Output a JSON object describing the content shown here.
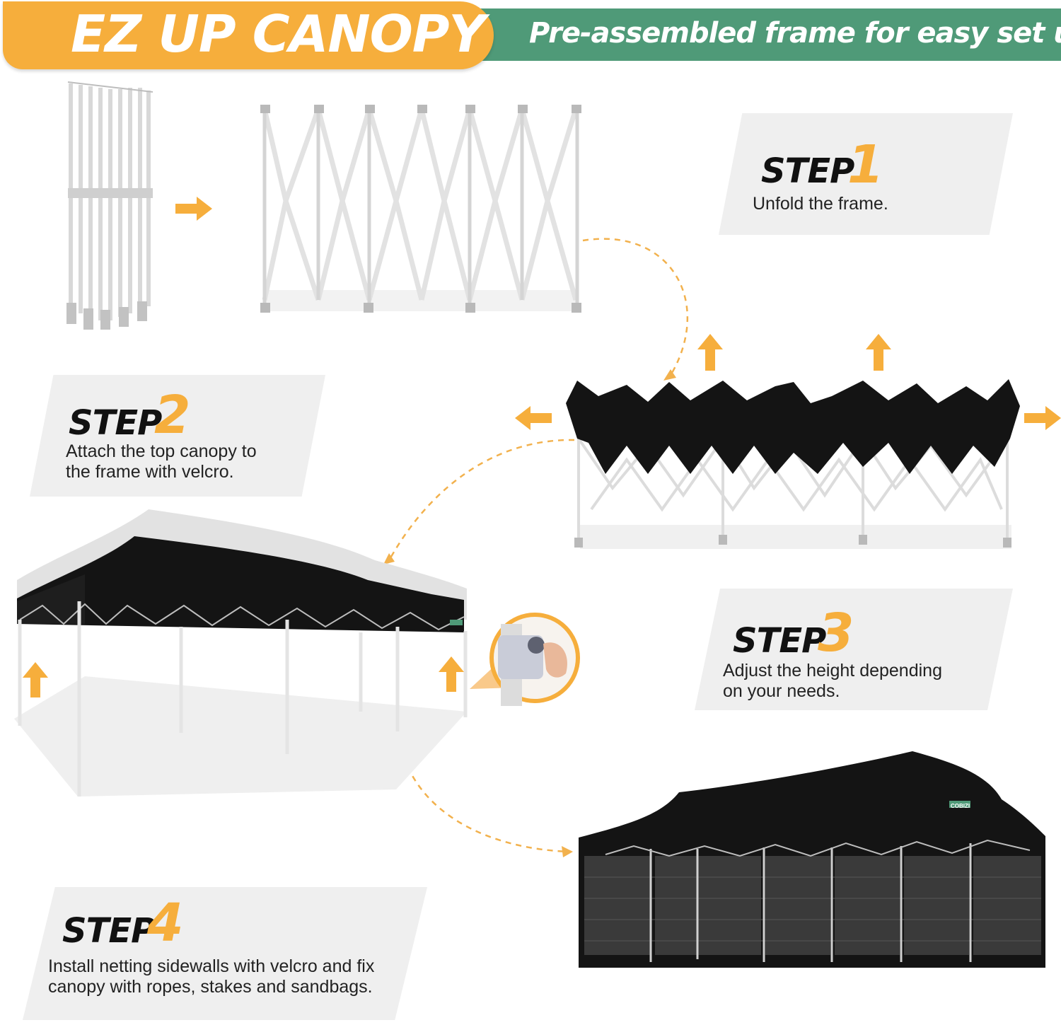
{
  "header": {
    "title": "EZ UP CANOPY",
    "subtitle": "Pre-assembled frame for easy set up"
  },
  "steps": [
    {
      "label": "STEP",
      "number": "1",
      "description_lines": [
        "Unfold the frame."
      ]
    },
    {
      "label": "STEP",
      "number": "2",
      "description_lines": [
        "Attach the top canopy to",
        "the frame with velcro."
      ]
    },
    {
      "label": "STEP",
      "number": "3",
      "description_lines": [
        "Adjust the height depending",
        "on your needs."
      ]
    },
    {
      "label": "STEP",
      "number": "4",
      "description_lines": [
        "Install netting sidewalls with velcro and fix",
        "canopy with ropes, stakes and sandbags."
      ]
    }
  ],
  "brand": {
    "logo_text": "COBIZI"
  },
  "colors": {
    "accent_orange": "#f6ae3c",
    "header_green": "#4f9a78",
    "canopy_black": "#141414",
    "card_gray": "#efefef"
  }
}
